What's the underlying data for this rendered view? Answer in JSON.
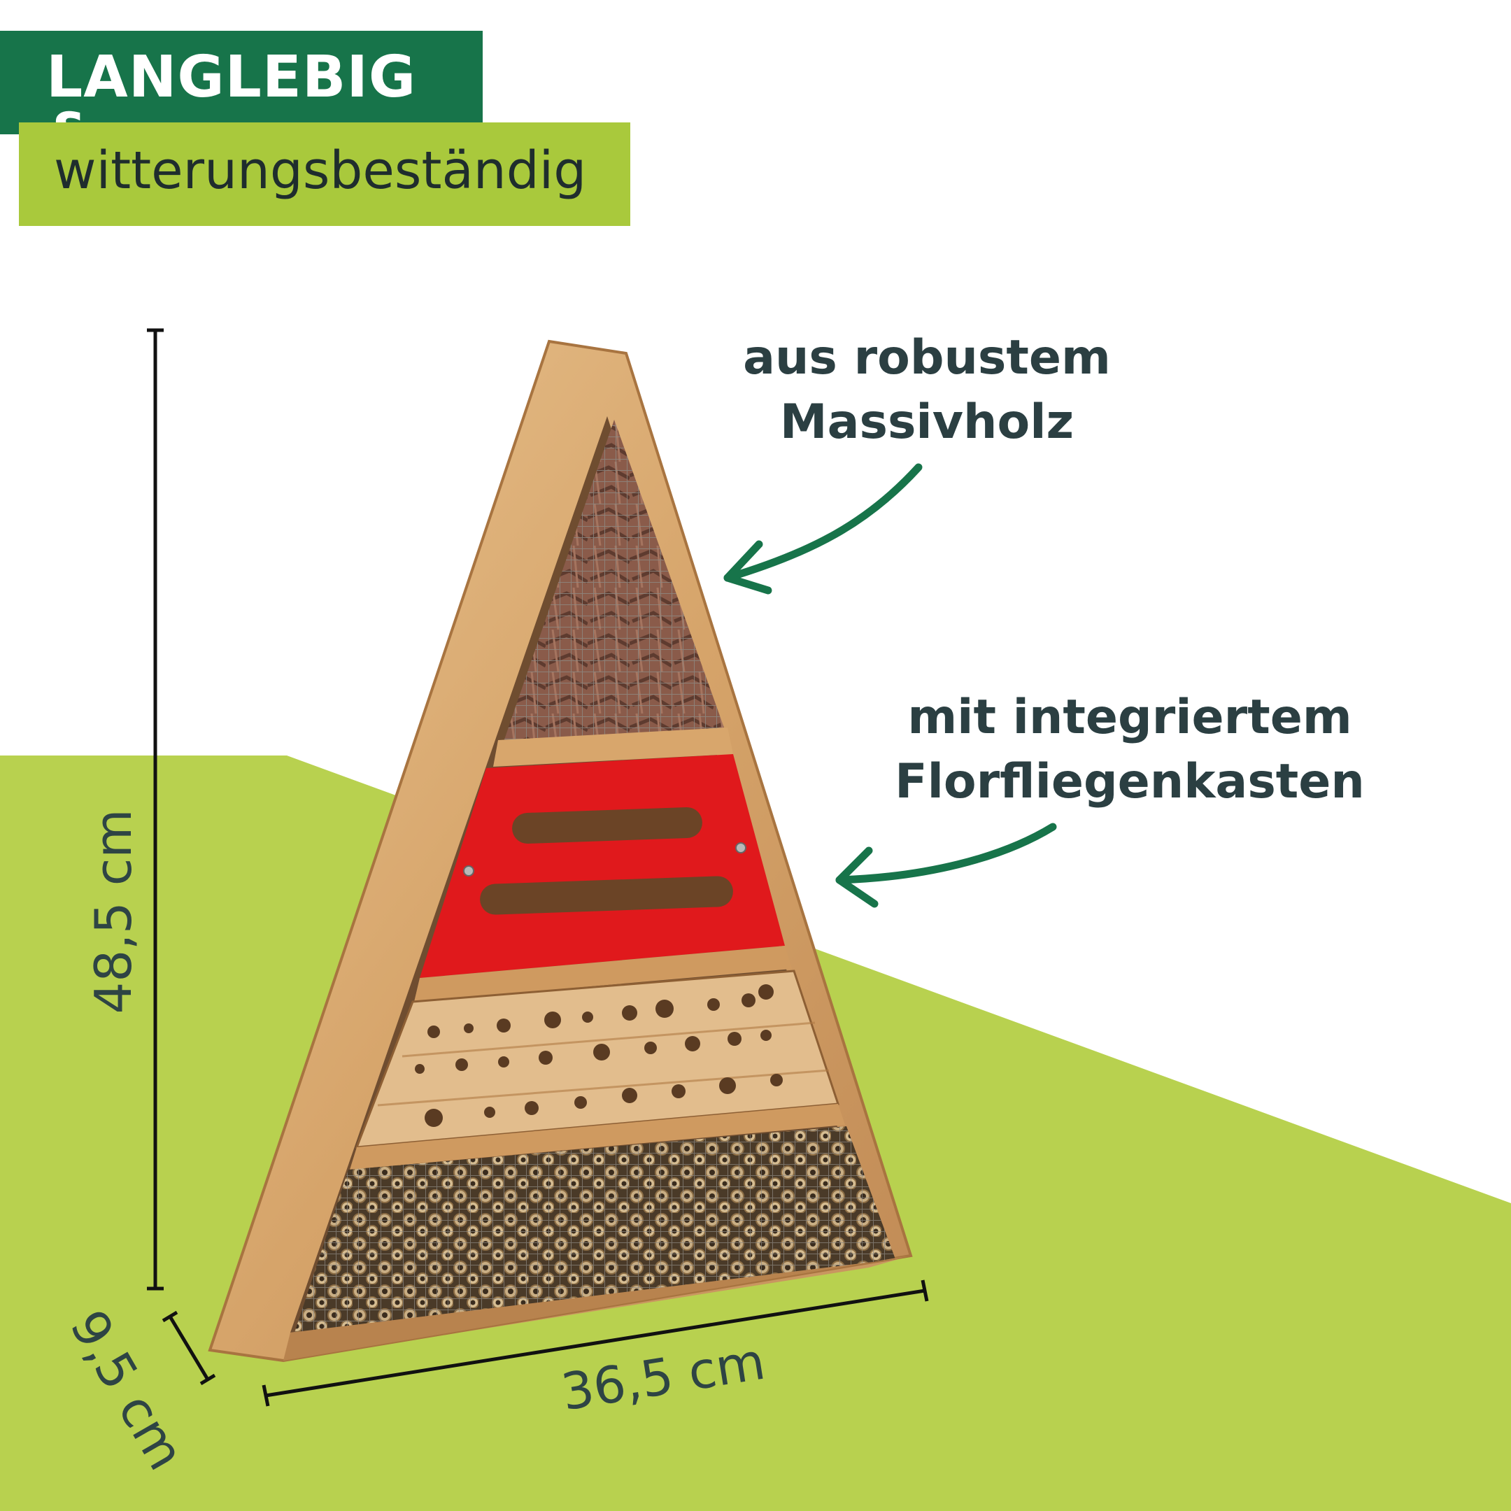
{
  "banner": {
    "headline": "LANGLEBIG &",
    "subline": "witterungsbeständig"
  },
  "callouts": {
    "wood": {
      "line1": "aus robustem",
      "line2": "Massivholz"
    },
    "box": {
      "line1": "mit integriertem",
      "line2": "Florfliegenkasten"
    }
  },
  "dimensions": {
    "height": "48,5 cm",
    "width": "36,5 cm",
    "depth": "9,5 cm"
  },
  "colors": {
    "brand_dark_green": "#17744a",
    "brand_light_green": "#a9c93c",
    "ground_green": "#b8d14f",
    "text_dark": "#2b3f42",
    "box_red": "#e0191c",
    "wood": "#d9a870"
  }
}
